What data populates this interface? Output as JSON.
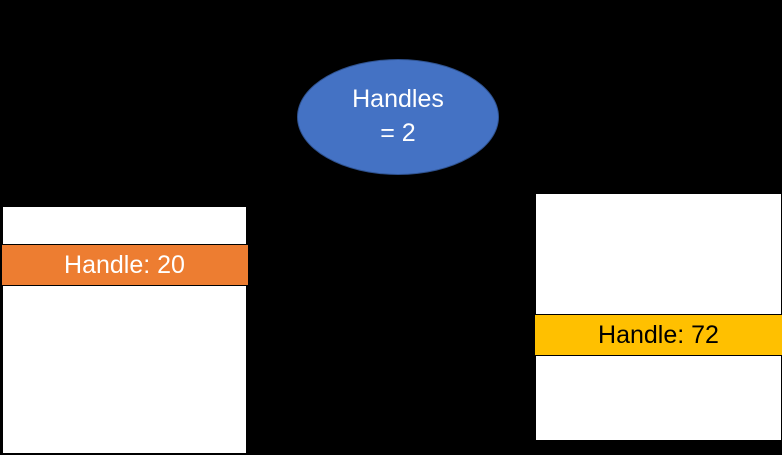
{
  "counter": {
    "line1": "Handles",
    "line2": "= 2",
    "color": "#4472c4"
  },
  "left_panel": {
    "handle_label": "Handle: 20",
    "handle_color": "#ed7d31"
  },
  "right_panel": {
    "handle_label": "Handle: 72",
    "handle_color": "#ffc000"
  }
}
